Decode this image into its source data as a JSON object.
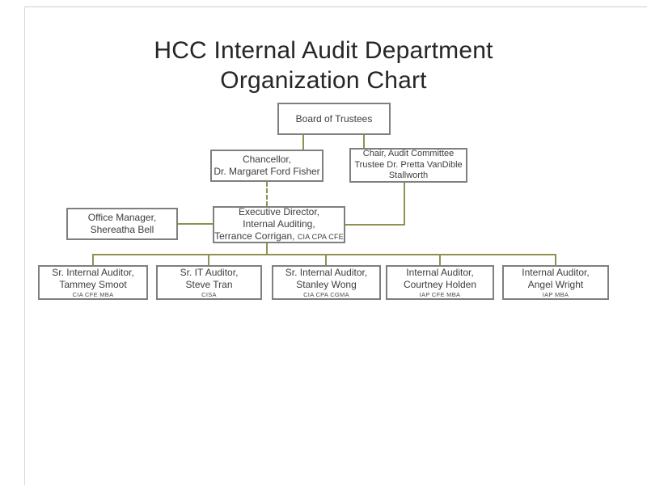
{
  "title": {
    "line1": "HCC Internal Audit Department",
    "line2": "Organization Chart"
  },
  "nodes": {
    "board": {
      "line1": "Board of Trustees"
    },
    "chancellor": {
      "line1": "Chancellor,",
      "line2": "Dr. Margaret Ford Fisher"
    },
    "audit_chair": {
      "line1": "Chair, Audit Committee",
      "line2": "Trustee Dr. Pretta VanDible",
      "line3": "Stallworth"
    },
    "office_manager": {
      "line1": "Office Manager,",
      "line2": "Shereatha Bell"
    },
    "executive_director": {
      "line1": "Executive Director,",
      "line2": "Internal Auditing,",
      "line3": "Terrance Corrigan,",
      "credentials": "CIA CPA CFE"
    },
    "staff": [
      {
        "line1": "Sr. Internal Auditor,",
        "line2": "Tammey Smoot",
        "credentials": "CIA CFE MBA"
      },
      {
        "line1": "Sr. IT Auditor,",
        "line2": "Steve Tran",
        "credentials": "CISA"
      },
      {
        "line1": "Sr. Internal Auditor,",
        "line2": "Stanley Wong",
        "credentials": "CIA CPA CGMA"
      },
      {
        "line1": "Internal Auditor,",
        "line2": "Courtney Holden",
        "credentials": "IAP CFE MBA"
      },
      {
        "line1": "Internal Auditor,",
        "line2": "Angel Wright",
        "credentials": "IAP MBA"
      }
    ]
  },
  "colors": {
    "connector": "#91904e",
    "box_border": "#7f7f7f",
    "title_text": "#262626",
    "body_text": "#3d3d3d"
  }
}
